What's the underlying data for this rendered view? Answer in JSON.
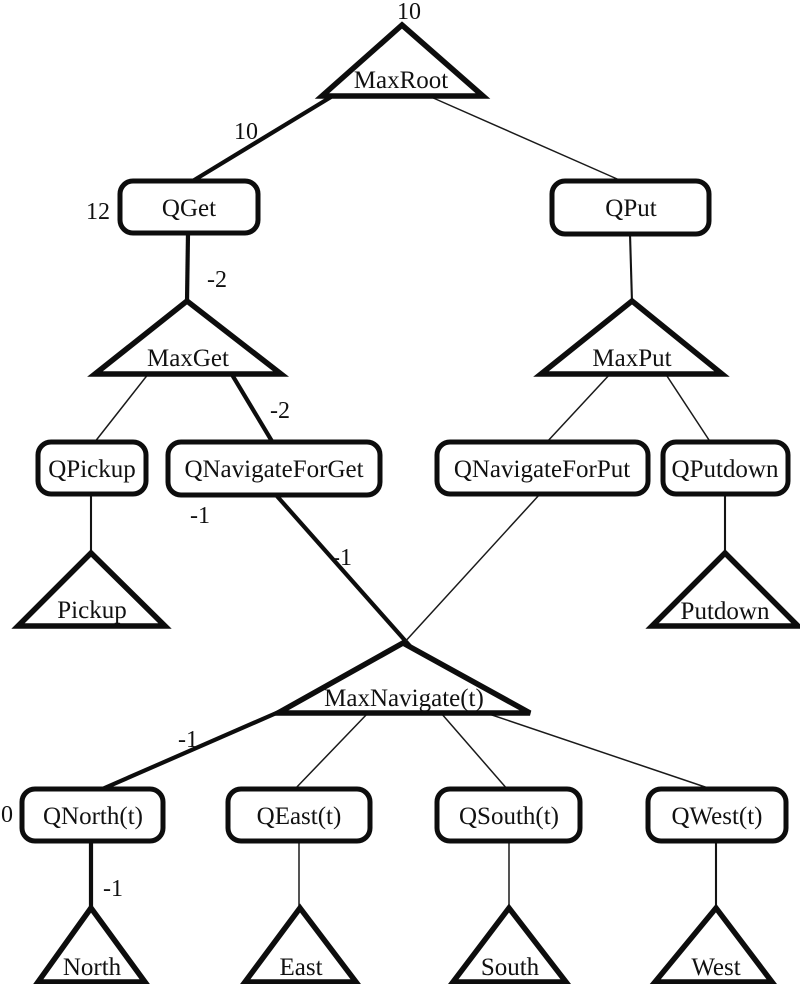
{
  "figure": {
    "background": "#ffffff",
    "line_color": "#0d0d0d"
  },
  "nodes": {
    "max_root": "MaxRoot",
    "q_get": "QGet",
    "q_put": "QPut",
    "max_get": "MaxGet",
    "max_put": "MaxPut",
    "q_pickup": "QPickup",
    "q_navigate_for_get": "QNavigateForGet",
    "q_navigate_for_put": "QNavigateForPut",
    "q_putdown": "QPutdown",
    "pickup": "Pickup",
    "putdown": "Putdown",
    "max_navigate": "MaxNavigate(t)",
    "q_north": "QNorth(t)",
    "q_east": "QEast(t)",
    "q_south": "QSouth(t)",
    "q_west": "QWest(t)",
    "north": "North",
    "east": "East",
    "south": "South",
    "west": "West"
  },
  "value_labels": {
    "above_max_root": "10",
    "edge_maxroot_qget": "10",
    "left_of_q_get": "12",
    "edge_qget_maxget": "-2",
    "edge_maxget_qnavigateforget": "-2",
    "below_q_navigate_for_get": "-1",
    "edge_qnavigateforget_maxnavigate": "-1",
    "edge_maxnavigate_qnorth": "-1",
    "left_of_q_north": "0",
    "edge_qnorth_north": "-1"
  }
}
